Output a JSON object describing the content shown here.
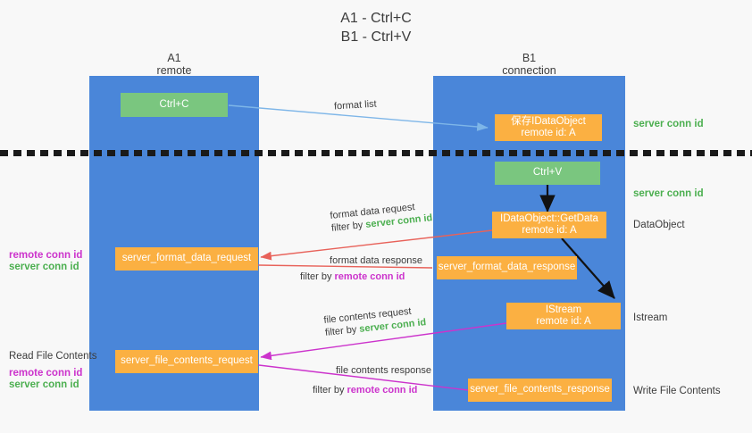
{
  "title": {
    "line1": "A1 - Ctrl+C",
    "line2": "B1 - Ctrl+V"
  },
  "lanes": [
    {
      "id": "a1",
      "name": "A1",
      "sub": "remote"
    },
    {
      "id": "b1",
      "name": "B1",
      "sub": "connection"
    }
  ],
  "nodes": {
    "ctrl_c": {
      "line1": "Ctrl+C",
      "line2": ""
    },
    "save_idata": {
      "line1": "保存IDataObject",
      "line2": "remote id: A"
    },
    "ctrl_v": {
      "line1": "Ctrl+V",
      "line2": ""
    },
    "getdata": {
      "line1": "IDataObject::GetData",
      "line2": "remote id: A"
    },
    "istream": {
      "line1": "IStream",
      "line2": "remote id: A"
    },
    "fmt_req": {
      "line1": "server_format_data_request",
      "line2": ""
    },
    "fmt_resp": {
      "line1": "server_format_data_response",
      "line2": ""
    },
    "file_req": {
      "line1": "server_file_contents_request",
      "line2": ""
    },
    "file_resp": {
      "line1": "server_file_contents_response",
      "line2": ""
    }
  },
  "edge_labels": {
    "format_list": {
      "text": "format list"
    },
    "fmt_data_request": {
      "text": "format data request",
      "filter_prefix": "filter by ",
      "filter_key": "server conn id"
    },
    "fmt_data_response": {
      "text": "format data response",
      "filter_prefix": "filter by ",
      "filter_key": "remote conn id"
    },
    "file_request": {
      "text": "file contents request",
      "filter_prefix": "filter by ",
      "filter_key": "server conn id"
    },
    "file_response": {
      "text": "file contents response",
      "filter_prefix": "filter by ",
      "filter_key": "remote conn id"
    }
  },
  "annotations": {
    "right_server_conn_top": "server conn id",
    "right_server_conn_second": "server conn id",
    "right_dataobject": "DataObject",
    "right_istream": "Istream",
    "right_write_file": "Write File Contents",
    "left_read_file": "Read File Contents",
    "left_remote_conn_1": "remote conn id",
    "left_server_conn_1": "server conn id",
    "left_remote_conn_2": "remote conn id",
    "left_server_conn_2": "server conn id"
  },
  "colors": {
    "lane": "#4a86d9",
    "node_green": "#7ac67f",
    "node_orange": "#fbb042",
    "server_conn": "#4caf50",
    "remote_conn": "#cc33cc",
    "arrow_blue": "#7eb6e8",
    "arrow_red": "#e8625a",
    "arrow_magenta": "#cc33cc",
    "arrow_black": "#111111",
    "background": "#f8f8f8"
  }
}
